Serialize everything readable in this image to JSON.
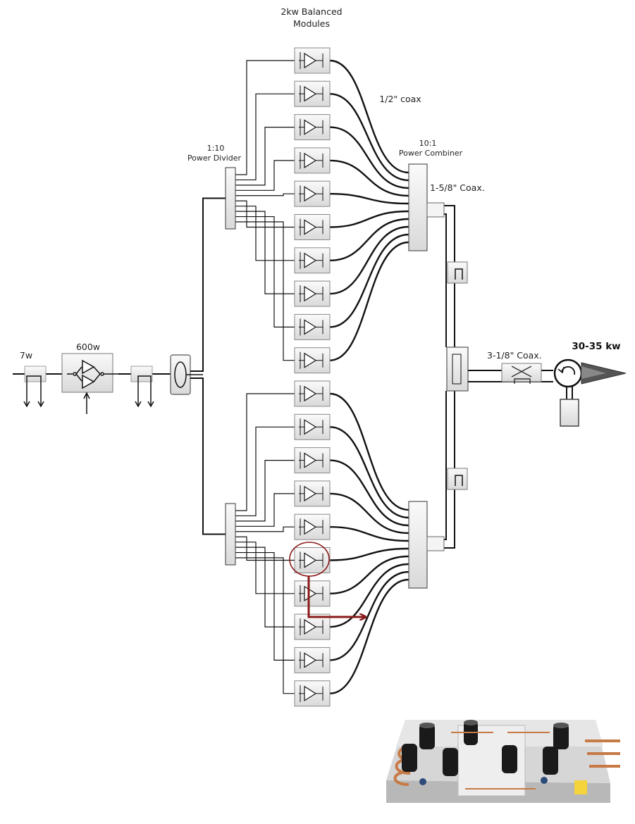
{
  "labels": {
    "modules_line1": "2kw Balanced",
    "modules_line2": "Modules",
    "coax_half": "1/2\" coax",
    "divider_ratio": "1:10",
    "divider_name": "Power Divider",
    "combiner_ratio": "10:1",
    "combiner_name": "Power Combiner",
    "coax_158": "1-5/8\" Coax.",
    "coax_318": "3-1/8\" Coax.",
    "input_power": "7w",
    "driver_power": "600w",
    "output_power": "30-35 kw"
  },
  "module_count": 20,
  "colors": {
    "line": "#111111",
    "box_fill": "#f2f2f2",
    "highlight": "#8b1a1a",
    "copper": "#c0703a"
  }
}
